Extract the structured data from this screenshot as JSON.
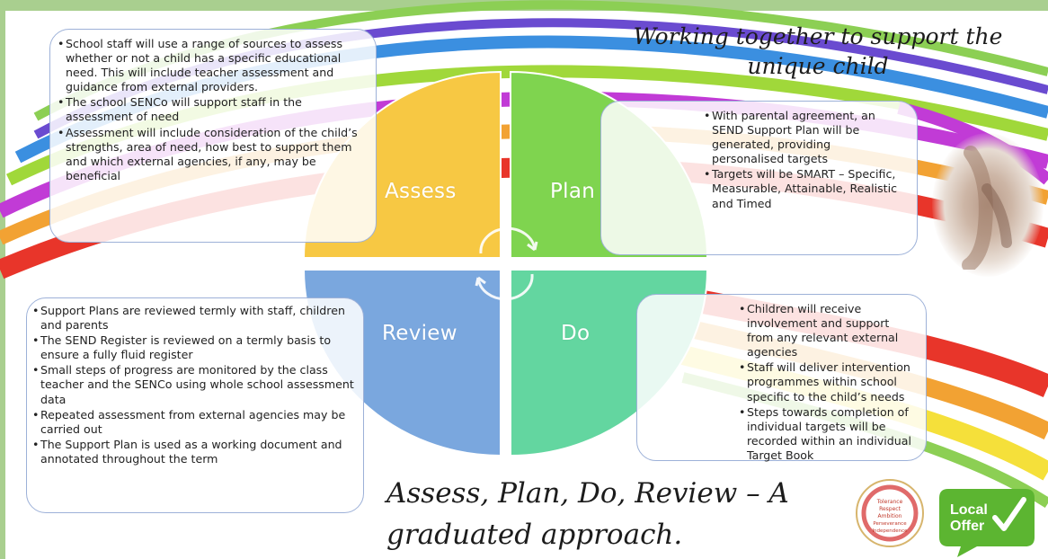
{
  "titles": {
    "top": [
      "Working together to support the",
      "unique child"
    ],
    "bottom": [
      "Assess, Plan, Do, Review – A",
      "graduated approach."
    ]
  },
  "quadrants": {
    "assess": "Assess",
    "plan": "Plan",
    "review": "Review",
    "do": "Do"
  },
  "boxes": {
    "assess": [
      "School staff will use a range of sources to assess whether or not a child has a specific educational need. This will include teacher assessment and guidance from external providers.",
      "The school SENCo will support staff in the assessment of need",
      "Assessment will include consideration of the child’s strengths, area of need, how best to support them and which external agencies, if any, may be beneficial"
    ],
    "plan": [
      "With parental agreement, an SEND Support Plan will be generated, providing personalised targets",
      "Targets will be SMART – Specific, Measurable, Attainable, Realistic and Timed"
    ],
    "review": [
      "Support Plans are reviewed termly with staff, children and parents",
      "The SEND Register is reviewed on a termly basis to ensure a fully fluid register",
      "Small steps of progress are monitored by the class teacher and the SENCo using whole school assessment data",
      "Repeated assessment from external agencies may be carried out",
      "The Support Plan is used as a working document and annotated throughout the term"
    ],
    "do": [
      "Children will receive involvement and support from any relevant external agencies",
      "Staff will deliver intervention programmes within school specific to the child’s needs",
      "Steps towards completion of individual targets will be recorded within an individual Target Book"
    ]
  },
  "school_logo": {
    "values": [
      "Tolerance",
      "Respect",
      "Ambition",
      "Perseverance",
      "Independence"
    ]
  },
  "local_offer": {
    "line1": "Local",
    "line2": "Offer"
  },
  "colors": {
    "assess": "#f7c843",
    "plan": "#7fd44f",
    "review": "#7aa7de",
    "do": "#63d6a0",
    "frame": "#a9cf8f",
    "local_offer": "#5cb531"
  }
}
